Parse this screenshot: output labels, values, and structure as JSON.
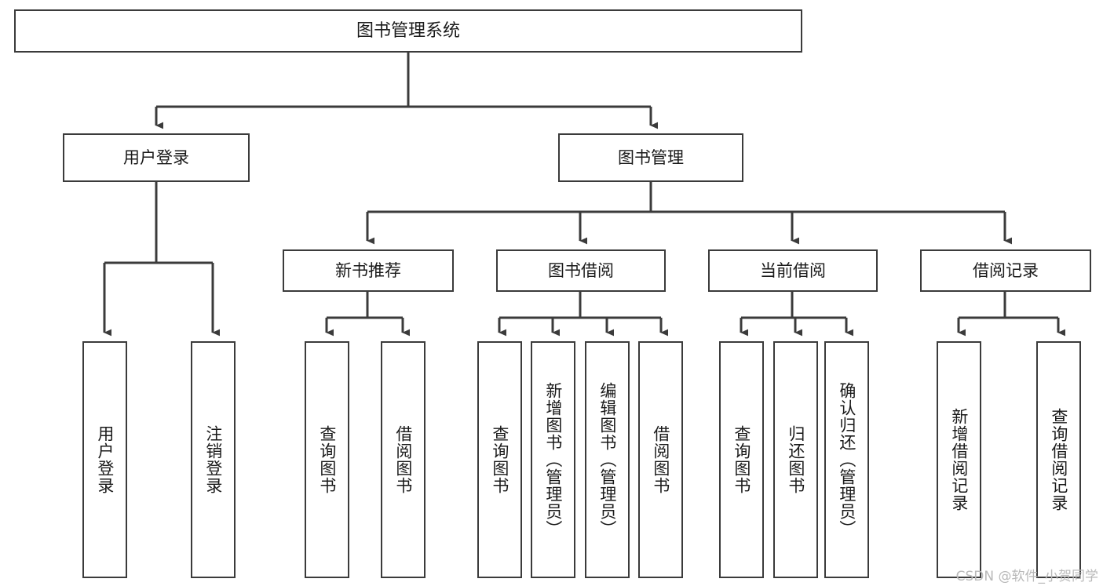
{
  "diagram": {
    "title": "图书管理系统",
    "type": "tree-hierarchy-diagram",
    "colors": {
      "stroke": "#3b3b3b",
      "box_fill": "#ffffff",
      "text": "#1a1a1a",
      "watermark": "#b9b9b9",
      "background": "#ffffff"
    },
    "root": {
      "label": "图书管理系统"
    },
    "level2": [
      {
        "label": "用户登录"
      },
      {
        "label": "图书管理"
      }
    ],
    "level3": [
      {
        "label": "新书推荐"
      },
      {
        "label": "图书借阅"
      },
      {
        "label": "当前借阅"
      },
      {
        "label": "借阅记录"
      }
    ],
    "leaves": {
      "user_login": [
        {
          "label": "用户登录"
        },
        {
          "label": "注销登录"
        }
      ],
      "new_book_recommend": [
        {
          "label": "查询图书"
        },
        {
          "label": "借阅图书"
        }
      ],
      "book_borrow": [
        {
          "label": "查询图书"
        },
        {
          "label": "新增图书（管理员）"
        },
        {
          "label": "编辑图书（管理员）"
        },
        {
          "label": "借阅图书"
        }
      ],
      "current_borrow": [
        {
          "label": "查询图书"
        },
        {
          "label": "归还图书"
        },
        {
          "label": "确认归还（管理员）"
        }
      ],
      "borrow_records": [
        {
          "label": "新增借阅记录"
        },
        {
          "label": "查询借阅记录"
        }
      ]
    }
  },
  "watermark": {
    "text": "CSDN @软件_小贺同学"
  }
}
